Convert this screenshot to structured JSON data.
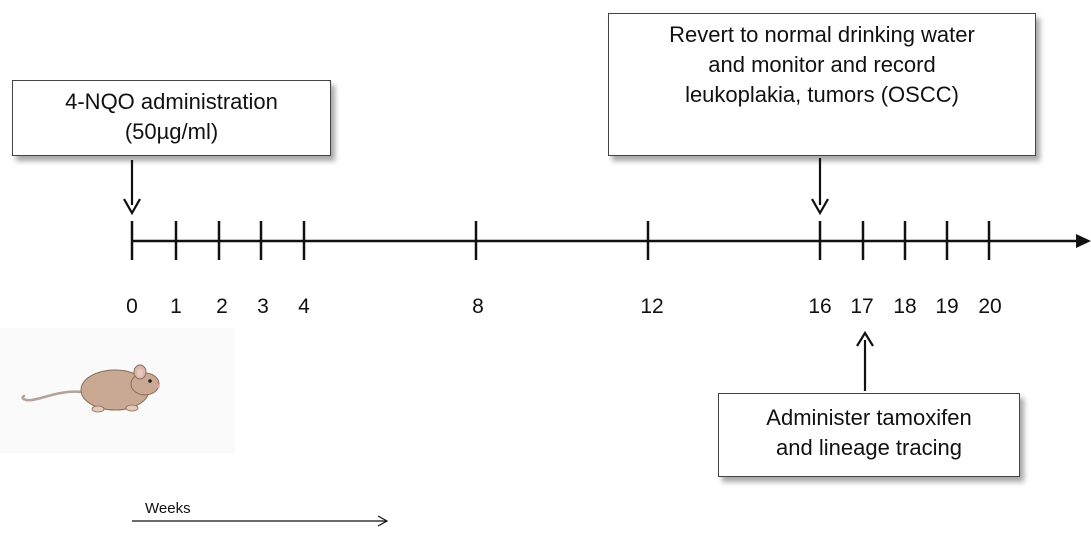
{
  "annotations": {
    "start": {
      "lines": [
        "4-NQO administration",
        "(50µg/ml)"
      ]
    },
    "revert": {
      "lines": [
        "Revert to normal drinking water",
        "and monitor and record",
        "leukoplakia, tumors (OSCC)"
      ]
    },
    "tamoxifen": {
      "lines": [
        "Administer tamoxifen",
        "and lineage tracing"
      ]
    }
  },
  "timeline": {
    "tick_labels": [
      "0",
      "1",
      "2",
      "3",
      "4",
      "8",
      "12",
      "16",
      "17",
      "18",
      "19",
      "20"
    ]
  },
  "legend": {
    "weeks_label": "Weeks"
  },
  "icons": {
    "mouse": "mouse-icon"
  }
}
